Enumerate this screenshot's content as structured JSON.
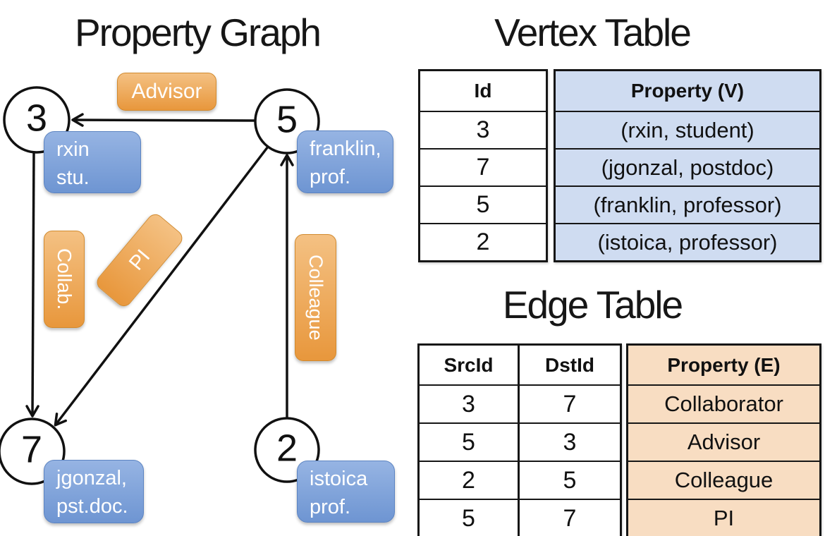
{
  "graph": {
    "title": "Property Graph",
    "vertices": {
      "v3": {
        "id": "3",
        "line1": "rxin",
        "line2": "stu."
      },
      "v5": {
        "id": "5",
        "line1": "franklin,",
        "line2": "prof."
      },
      "v7": {
        "id": "7",
        "line1": "jgonzal,",
        "line2": "pst.doc."
      },
      "v2": {
        "id": "2",
        "line1": "istoica",
        "line2": "prof."
      }
    },
    "edge_labels": {
      "advisor": "Advisor",
      "collab": "Collab.",
      "pi": "PI",
      "colleague": "Colleague"
    }
  },
  "vertex_table": {
    "title": "Vertex Table",
    "columns": [
      "Id",
      "Property (V)"
    ],
    "rows": [
      [
        "3",
        "(rxin, student)"
      ],
      [
        "7",
        "(jgonzal, postdoc)"
      ],
      [
        "5",
        "(franklin, professor)"
      ],
      [
        "2",
        "(istoica, professor)"
      ]
    ]
  },
  "edge_table": {
    "title": "Edge Table",
    "columns": [
      "SrcId",
      "DstId",
      "Property (E)"
    ],
    "rows": [
      [
        "3",
        "7",
        "Collaborator"
      ],
      [
        "5",
        "3",
        "Advisor"
      ],
      [
        "2",
        "5",
        "Colleague"
      ],
      [
        "5",
        "7",
        "PI"
      ]
    ]
  },
  "colors": {
    "edge_label_fill_top": "#f4c183",
    "edge_label_fill_bottom": "#e8973c",
    "edge_label_border": "#d28a2e",
    "vertex_label_fill_top": "#96b4e3",
    "vertex_label_fill_bottom": "#6e95d2",
    "vertex_label_border": "#5c84c2",
    "vertex_property_cell": "#cfdcf1",
    "edge_property_cell": "#f8ddc2",
    "line_color": "#111111"
  }
}
